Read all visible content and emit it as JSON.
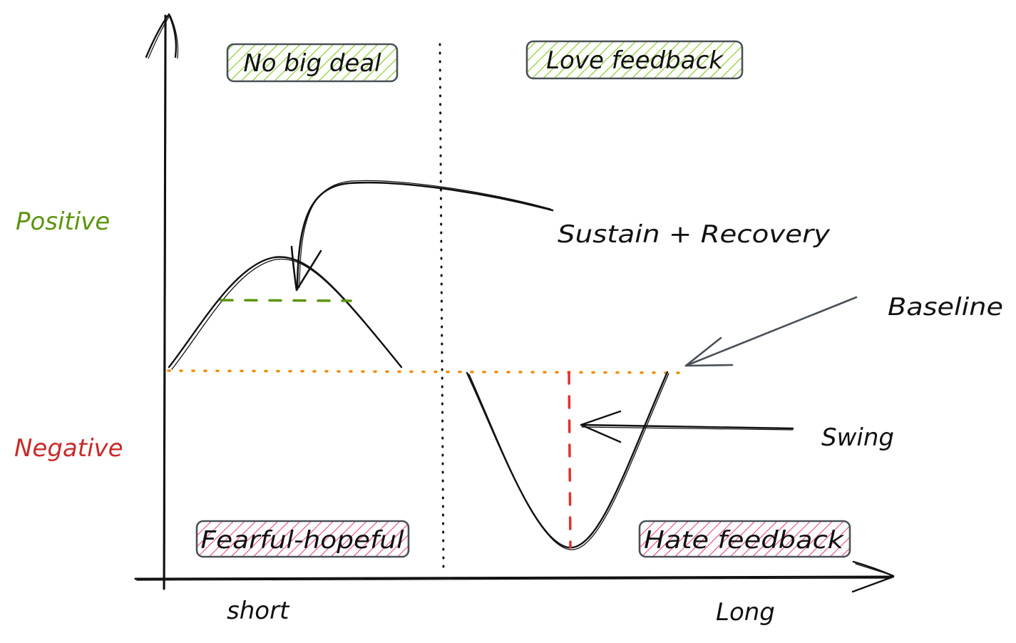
{
  "diagram": {
    "title": "",
    "y_axis": {
      "positive_label": "Positive",
      "negative_label": "Negative",
      "positive_color": "#5c940d",
      "negative_color": "#c92a2a"
    },
    "x_axis": {
      "short_label": "short",
      "long_label": "Long"
    },
    "quadrant_boxes": [
      {
        "id": "no-big-deal",
        "label": "No big deal",
        "hatch_color": "#82c91e",
        "position": "top-left"
      },
      {
        "id": "love-feedback",
        "label": "Love feedback",
        "hatch_color": "#82c91e",
        "position": "top-right"
      },
      {
        "id": "fearful-hopeful",
        "label": "Fearful-hopeful",
        "hatch_color": "#e64980",
        "position": "bottom-left"
      },
      {
        "id": "hate-feedback",
        "label": "Hate feedback",
        "hatch_color": "#e64980",
        "position": "bottom-right"
      }
    ],
    "annotations": {
      "sustain_recovery": "Sustain + Recovery",
      "baseline": "Baseline",
      "swing": "Swing"
    },
    "colors": {
      "ink": "#111111",
      "baseline": "#f08c00",
      "positive_dash": "#5c940d",
      "swing_dash": "#e03131",
      "arrow_gray": "#495057",
      "box_border": "#495057"
    },
    "curves": [
      {
        "name": "short-term-positive-hump",
        "shape": "peak above baseline"
      },
      {
        "name": "long-term-negative-dip",
        "shape": "trough below baseline"
      }
    ]
  }
}
